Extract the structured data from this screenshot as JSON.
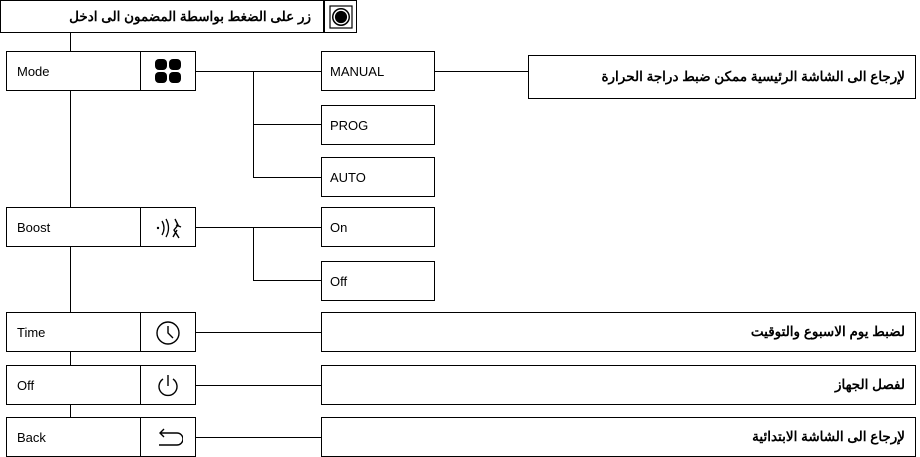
{
  "header": {
    "text": "زر على الضغط بواسطة المضمون الى ادخل",
    "icon": "round-button-icon"
  },
  "menu": [
    {
      "label": "Mode",
      "icon": "mode-quad-icon"
    },
    {
      "label": "Boost",
      "icon": "boost-icon"
    },
    {
      "label": "Time",
      "icon": "clock-icon"
    },
    {
      "label": "Off",
      "icon": "power-icon"
    },
    {
      "label": "Back",
      "icon": "back-arrow-icon"
    }
  ],
  "mode_options": [
    "MANUAL",
    "PROG",
    "AUTO"
  ],
  "mode_note": "لإرجاع الى الشاشة الرئيسية ممكن ضبط دراجة الحرارة",
  "boost_options": [
    "On",
    "Off"
  ],
  "descriptions": {
    "time": "لضبط يوم الاسبوع والتوقيت",
    "off": "لفصل الجهاز",
    "back": "لإرجاع الى الشاشة الابتدائية"
  }
}
